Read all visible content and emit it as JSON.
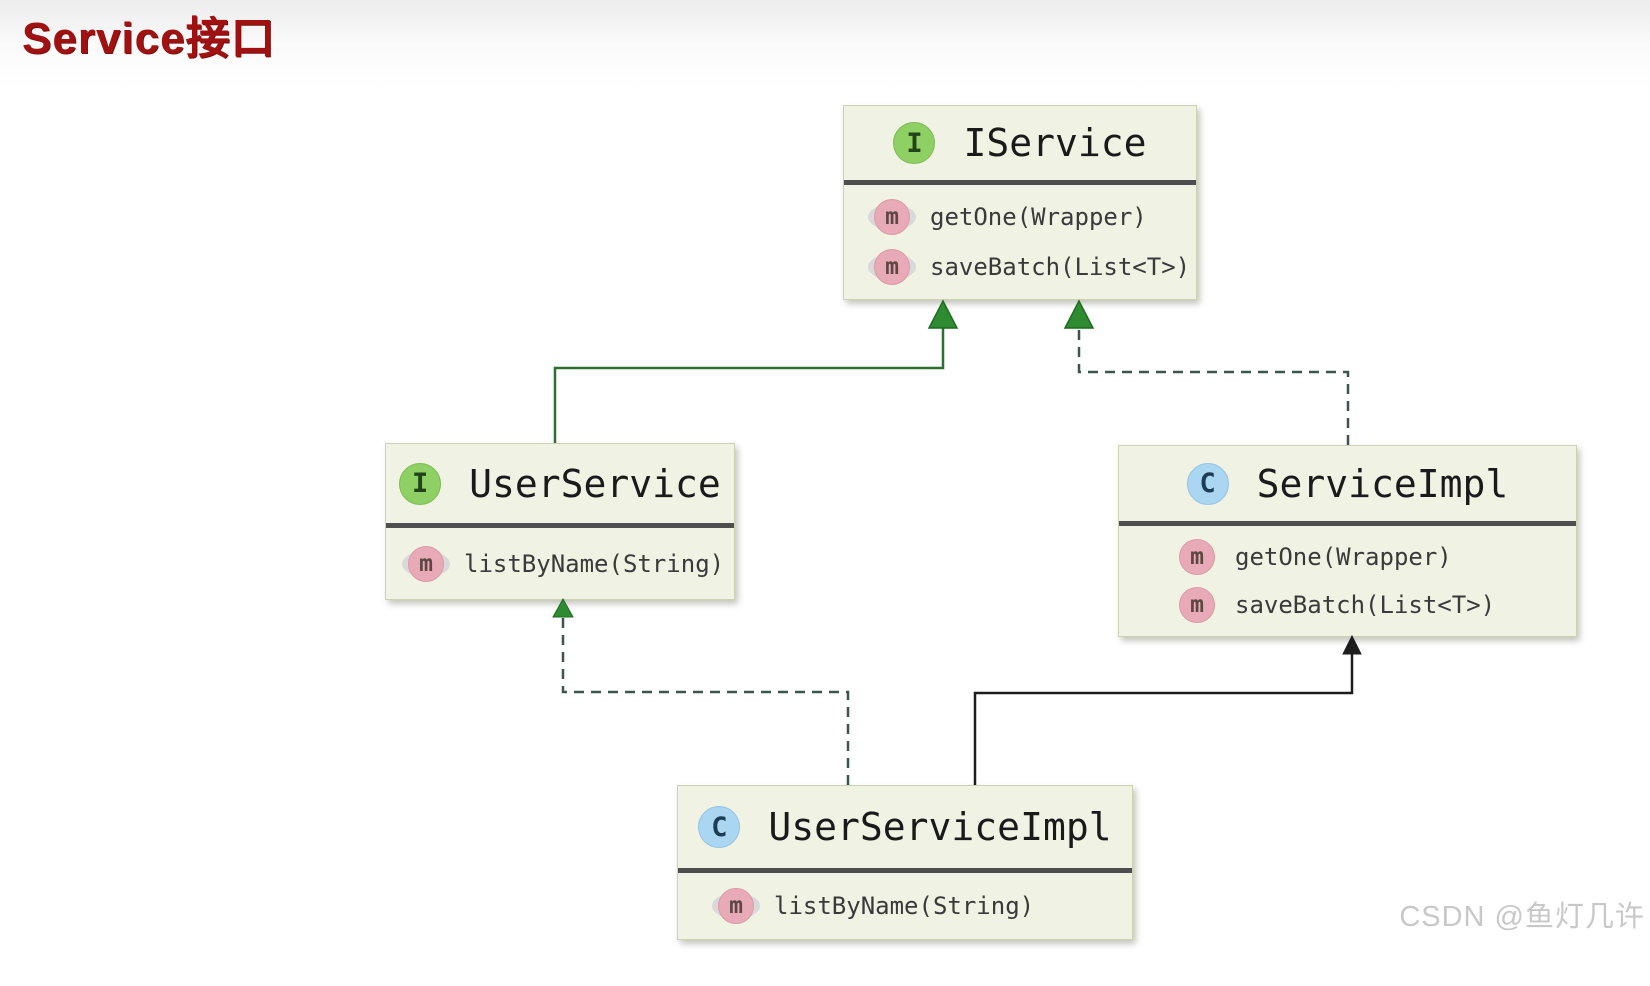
{
  "page": {
    "title": "Service接口",
    "watermark": "CSDN @鱼灯几许"
  },
  "colors": {
    "title_red": "#a01212",
    "node_fill": "#f0f2e3",
    "node_border": "#ccd3b3",
    "header_separator": "#4f4f4f",
    "interface_badge_green": "#8fd064",
    "class_badge_blue": "#abd6f1",
    "method_badge_pink": "#e8aab6",
    "extends_line_green": "#2d7032",
    "arrowhead_green": "#2f8b31",
    "dashed_line": "#3a564e",
    "extends_line_black": "#1c1c1c",
    "watermark_gray": "#c8c8c8"
  },
  "diagram": {
    "nodes": [
      {
        "id": "iservice",
        "kind": "interface",
        "badge": "I",
        "name": "IService",
        "methods": [
          {
            "badge": "m",
            "signature": "getOne(Wrapper)"
          },
          {
            "badge": "m",
            "signature": "saveBatch(List<T>)"
          }
        ]
      },
      {
        "id": "userservice",
        "kind": "interface",
        "badge": "I",
        "name": "UserService",
        "methods": [
          {
            "badge": "m",
            "signature": "listByName(String)"
          }
        ]
      },
      {
        "id": "serviceimpl",
        "kind": "class",
        "badge": "C",
        "name": "ServiceImpl",
        "methods": [
          {
            "badge": "m",
            "signature": "getOne(Wrapper)"
          },
          {
            "badge": "m",
            "signature": "saveBatch(List<T>)"
          }
        ]
      },
      {
        "id": "userserviceimpl",
        "kind": "class",
        "badge": "C",
        "name": "UserServiceImpl",
        "methods": [
          {
            "badge": "m",
            "signature": "listByName(String)"
          }
        ]
      }
    ],
    "edges": [
      {
        "from": "UserService",
        "to": "IService",
        "relation": "extends",
        "line": "solid-green"
      },
      {
        "from": "ServiceImpl",
        "to": "IService",
        "relation": "implements",
        "line": "dashed-green"
      },
      {
        "from": "UserServiceImpl",
        "to": "UserService",
        "relation": "implements",
        "line": "dashed-green"
      },
      {
        "from": "UserServiceImpl",
        "to": "ServiceImpl",
        "relation": "extends",
        "line": "solid-black"
      }
    ]
  }
}
